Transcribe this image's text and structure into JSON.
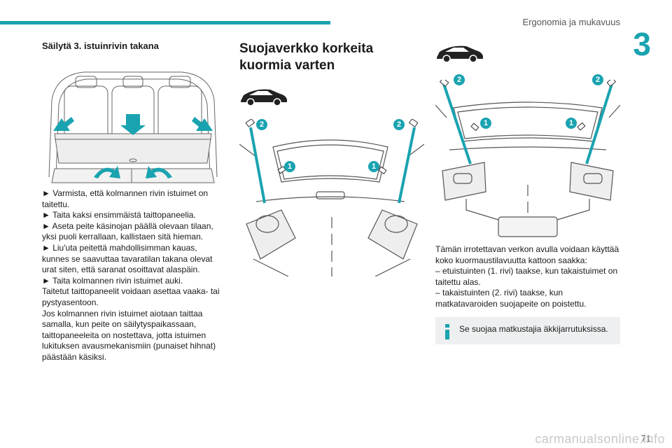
{
  "header": {
    "section_title": "Ergonomia ja mukavuus",
    "chapter_number": "3"
  },
  "col1": {
    "subheading": "Säilytä 3. istuinrivin takana",
    "paragraphs": [
      "► Varmista, että kolmannen rivin istuimet on taitettu.",
      "► Taita kaksi ensimmäistä taittopaneelia.",
      "► Aseta peite käsinojan päällä olevaan tilaan, yksi puoli kerrallaan, kallistaen sitä hieman.",
      "► Liu'uta peitettä mahdollisimman kauas, kunnes se saavuttaa tavaratilan takana olevat urat siten, että saranat osoittavat alaspäin.",
      "► Taita kolmannen rivin istuimet auki.",
      "Taitetut taittopaneelit voidaan asettaa vaaka- tai pystyasentoon.",
      "Jos kolmannen rivin istuimet aiotaan taittaa samalla, kun peite on säilytyspaikassaan, taittopaneeleita on nostettava, jotta istuimen lukituksen avausmekanismiin (punaiset hihnat) päästään käsiksi."
    ]
  },
  "col2": {
    "title_line1": "Suojaverkko korkeita",
    "title_line2": "kuormia varten",
    "callout_1": "1",
    "callout_2": "2"
  },
  "col3": {
    "callout_1": "1",
    "callout_2": "2",
    "paragraphs": [
      "Tämän irrotettavan verkon avulla voidaan käyttää koko kuormaustilavuutta kattoon saakka:",
      "– etuistuinten (1. rivi) taakse, kun takaistuimet on taitettu alas.",
      "– takaistuinten (2. rivi) taakse, kun matkatavaroiden suojapeite on poistettu."
    ],
    "info_text": "Se suojaa matkustajia äkkijarrutuksissa."
  },
  "footer": {
    "page_number": "71",
    "watermark": "carmanualsonline.info"
  },
  "colors": {
    "accent": "#1aa3b0",
    "info_bg": "#eeeff0",
    "figure_line": "#555555"
  }
}
